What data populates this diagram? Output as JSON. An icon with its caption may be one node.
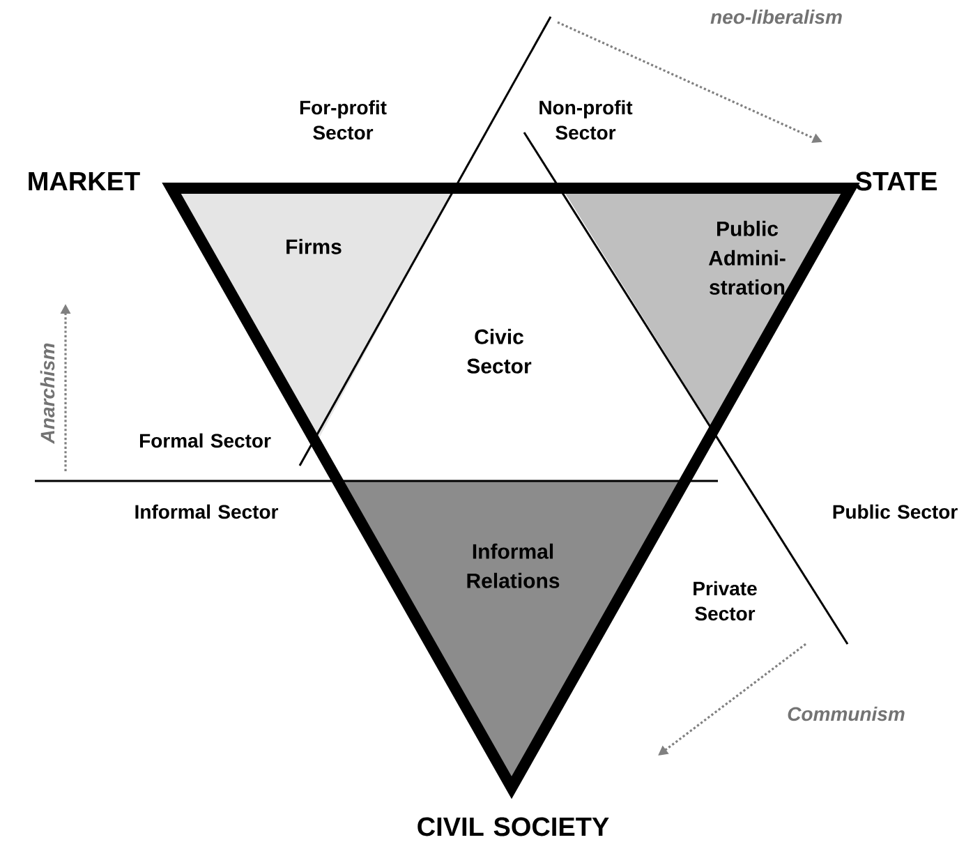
{
  "diagram": {
    "nodes": [
      {
        "text": [
          "Firms"
        ]
      },
      {
        "text": [
          "Public Admini- stration"
        ]
      },
      {
        "text": [
          "Civic Sector"
        ]
      },
      {
        "text": [
          "Informal Relations"
        ]
      }
    ],
    "labels": [
      "neo-liberalism",
      "For-profit Sector",
      "Non-profit Sector",
      "MARKET",
      "STATE",
      "Anarchism",
      "Formal Sector",
      "Informal Sector",
      "Public Sector",
      "Private Sector",
      "Communism",
      "CIVIL SOCIETY"
    ]
  }
}
